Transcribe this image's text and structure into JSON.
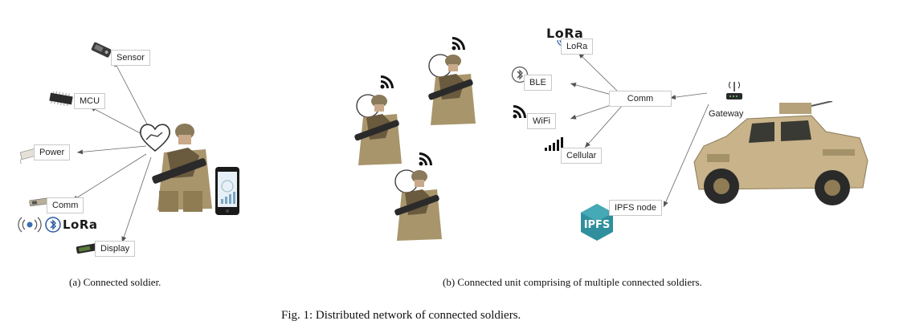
{
  "panel_a": {
    "boxes": {
      "sensor": "Sensor",
      "mcu": "MCU",
      "power": "Power",
      "comm": "Comm",
      "display": "Display"
    },
    "lora_logo": "LoRa",
    "caption": "(a) Connected soldier."
  },
  "panel_b": {
    "boxes": {
      "lora": "LoRa",
      "ble": "BLE",
      "wifi": "WiFi",
      "cellular": "Cellular",
      "comm": "Comm",
      "ipfs_node": "IPFS node"
    },
    "gateway_label": "Gateway",
    "lora_logo": "LoRa",
    "ipfs_logo": "IPFS",
    "caption": "(b) Connected unit comprising of multiple connected soldiers."
  },
  "figure_caption": "Fig. 1: Distributed network of connected soldiers.",
  "icons": {
    "wifi_signal": "wifi-signal-icon",
    "bluetooth": "bluetooth-icon",
    "cellular": "cellular-bars-icon",
    "heart_hand": "heart-hand-icon",
    "router": "router-icon",
    "smartphone": "smartphone-icon",
    "soldier": "soldier-figure",
    "vehicle": "armored-vehicle",
    "battery": "battery-icon",
    "chip": "microchip-icon",
    "sensor": "sensor-device-icon",
    "broadcast": "broadcast-icon"
  },
  "colors": {
    "tan": "#c9b48a",
    "dark_tan": "#7a6a4a",
    "ipfs_teal": "#2f8f9d",
    "line": "#555555"
  }
}
